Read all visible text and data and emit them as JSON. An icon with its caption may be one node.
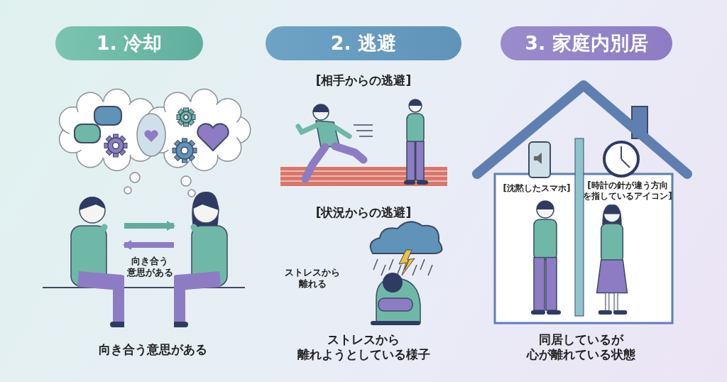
{
  "diagram": {
    "nodes": [
      {
        "text": [
          "1. 冷却"
        ]
      },
      {
        "text": [
          "2. 逃避"
        ]
      },
      {
        "text": [
          "3. 家庭内別居"
        ]
      },
      {
        "text": [],
        "shape": "person"
      },
      {
        "text": [],
        "shape": "person"
      }
    ],
    "edges": [
      {
        "from": 3,
        "to": 4,
        "arrow": "to",
        "color": "#5fae9c"
      },
      {
        "from": 4,
        "to": 3,
        "arrow": "to",
        "color": "#8d7cc4"
      }
    ],
    "labels": [
      "[相手からの逃避]",
      "[状況からの逃避]",
      "向き合う意思がある",
      "ストレスから離れる",
      "[沈黙したスマホ]",
      "[時計の針が違う方向を指しているアイコン]",
      "向き合う意思がある",
      "ストレスから離れようとしている様子",
      "同居しているが心が離れている状態"
    ]
  }
}
